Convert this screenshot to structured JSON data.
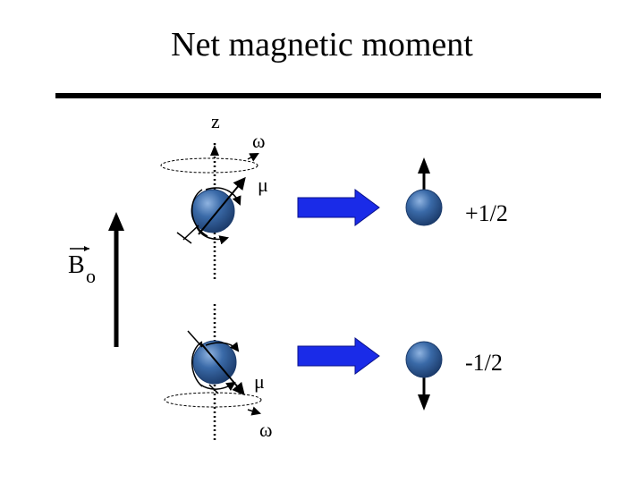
{
  "title": "Net magnetic moment",
  "labels": {
    "z_axis": "z",
    "omega_top": "ω",
    "mu_top": "μ",
    "omega_bottom": "ω",
    "mu_bottom": "μ",
    "b_field": "B",
    "b_subscript": "o",
    "spin_up": "+1/2",
    "spin_down": "-1/2"
  },
  "colors": {
    "sphere": "#3a6aa8",
    "sphere_dark": "#1c3c6c",
    "arrow_blue": "#1a2be8",
    "ink": "#000000"
  }
}
